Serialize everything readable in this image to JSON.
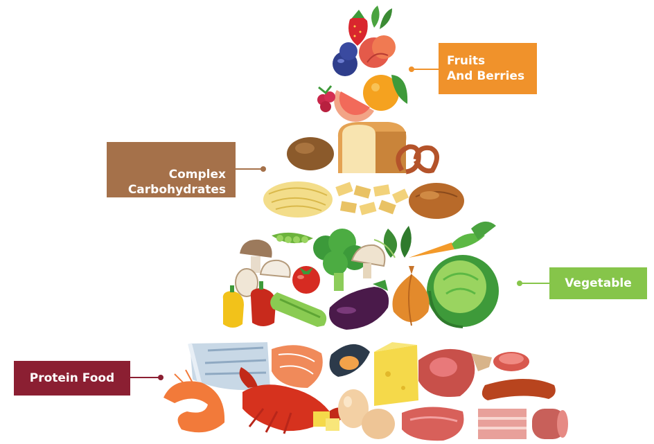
{
  "labels": {
    "fruits": {
      "line1": "Fruits",
      "line2": "And Berries",
      "color": "#f0922b"
    },
    "carbs": {
      "line1": "Complex",
      "line2": "Carbohydrates",
      "color": "#a5714a"
    },
    "vegetable": {
      "text": "Vegetable",
      "color": "#86c54a"
    },
    "protein": {
      "text": "Protein Food",
      "color": "#8b1f32"
    }
  }
}
